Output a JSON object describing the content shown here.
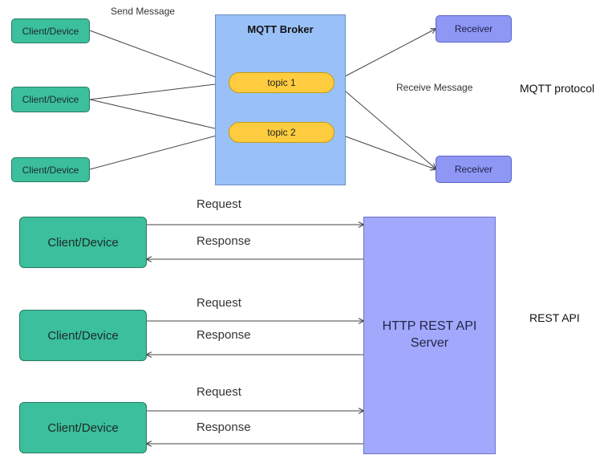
{
  "mqtt": {
    "send_label": "Send Message",
    "receive_label": "Receive Message",
    "protocol_label": "MQTT protocol",
    "broker_label": "MQTT Broker",
    "clients": [
      "Client/Device",
      "Client/Device",
      "Client/Device"
    ],
    "topics": [
      "topic 1",
      "topic 2"
    ],
    "receivers": [
      "Receiver",
      "Receiver"
    ]
  },
  "rest": {
    "api_label": "REST API",
    "server_label": "HTTP REST API\nServer",
    "clients": [
      "Client/Device",
      "Client/Device",
      "Client/Device"
    ],
    "request_label": "Request",
    "response_label": "Response"
  },
  "colors": {
    "client": "#3bbf9c",
    "receiver": "#8f97f5",
    "broker": "#99c1f7",
    "topic": "#ffcc3f",
    "server": "#a2a8fb",
    "line": "#444444"
  }
}
